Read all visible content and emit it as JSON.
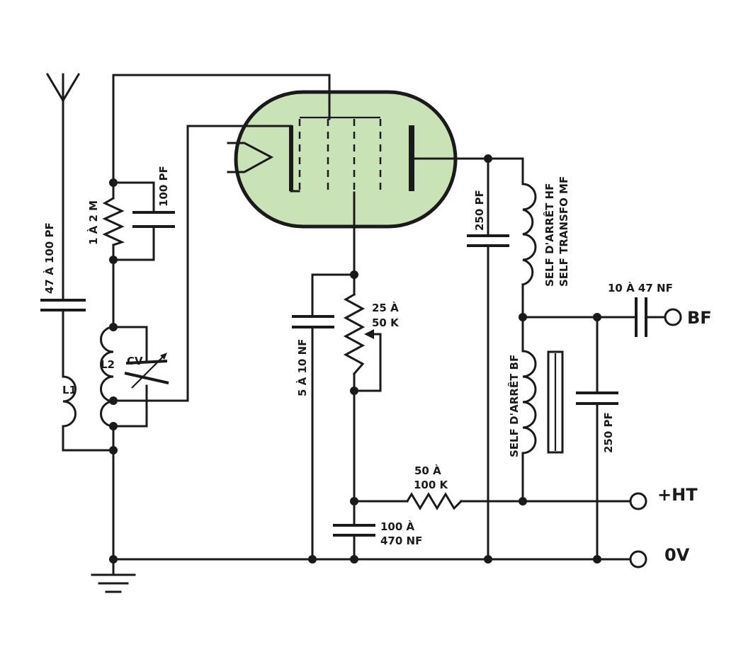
{
  "colors": {
    "tube_fill": "#c9e2b6",
    "ink": "#1a1a1a",
    "background": "#ffffff"
  },
  "labels": {
    "antenna_cap": "47 À 100 PF",
    "grid_res": "1 À 2 M",
    "grid_cap": "100 PF",
    "l1": "L1",
    "l2": "L2",
    "cv": "CV",
    "cathode_cap": "5 À 10 NF",
    "pot_line1": "25 À",
    "pot_line2": "50 K",
    "plate_cap": "250 PF",
    "choke_hf_line1": "SELF D'ARRÊT HF",
    "choke_hf_line2": "SELF TRANSFO MF",
    "out_cap": "10 À 47 NF",
    "choke_bf": "SELF D'ARRÊT BF",
    "bf_cap": "250 PF",
    "ht_res_line1": "50 À",
    "ht_res_line2": "100 K",
    "dec_cap_line1": "100 À",
    "dec_cap_line2": "470 NF",
    "bf": "BF",
    "ht": "+HT",
    "zero_v": "0V"
  }
}
